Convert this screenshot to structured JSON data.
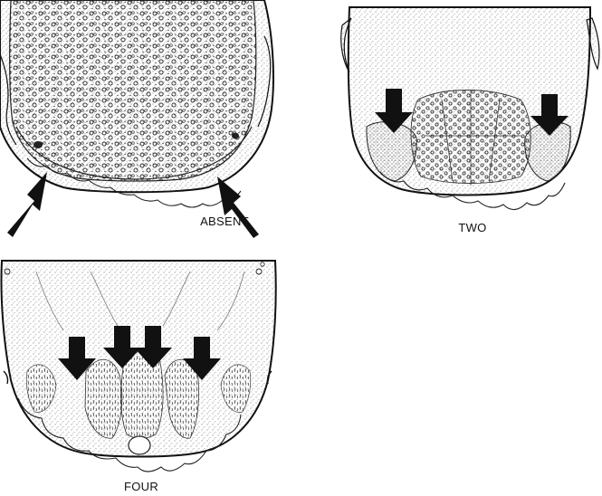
{
  "panels": [
    {
      "id": "absent",
      "label": "ABSENT",
      "arrow_count": 2
    },
    {
      "id": "two",
      "label": "TWO",
      "arrow_count": 2
    },
    {
      "id": "four",
      "label": "FOUR",
      "arrow_count": 4
    }
  ],
  "colors": {
    "ink": "#111111",
    "paper": "#ffffff",
    "stipple": "#6a6a6a"
  },
  "icons": {
    "arrow": "thick-black-arrow-icon"
  }
}
